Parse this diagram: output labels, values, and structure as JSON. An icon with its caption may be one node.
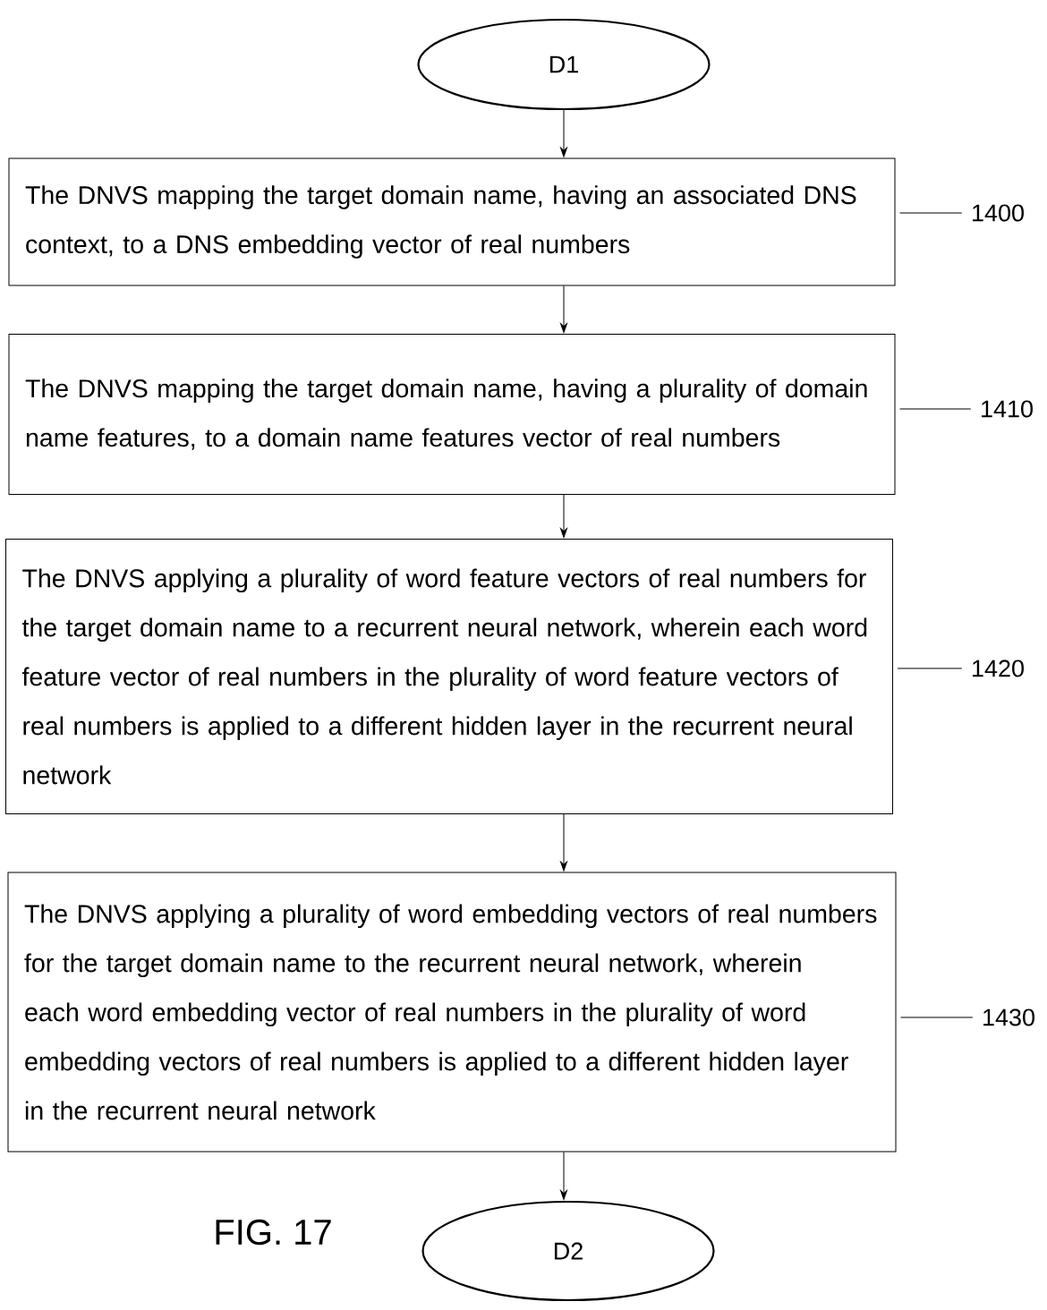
{
  "diagram": {
    "caption": "FIG. 17",
    "nodes": [
      {
        "text": [
          "D1"
        ]
      },
      {
        "text": [
          "The DNVS mapping the target domain name, having an associated DNS context, to a DNS embedding vector of real numbers"
        ]
      },
      {
        "text": [
          "The DNVS mapping the target domain name, having a plurality of domain name features, to a domain name features vector of real numbers"
        ]
      },
      {
        "text": [
          "The DNVS applying a plurality of word feature vectors of real numbers for the target domain name to a recurrent neural network, wherein each word feature vector of real numbers in the plurality of word feature vectors of real numbers is applied to a different hidden layer in the recurrent neural network"
        ]
      },
      {
        "text": [
          "The DNVS applying a plurality of word embedding vectors of real numbers for the target domain name to the recurrent neural network, wherein each word embedding vector of real numbers in the plurality of word embedding vectors of real numbers is applied to a different hidden layer in the recurrent neural network"
        ]
      },
      {
        "text": [
          "D2"
        ]
      },
      {
        "text": [
          "1400"
        ]
      },
      {
        "text": [
          "1410"
        ]
      },
      {
        "text": [
          "1420"
        ]
      },
      {
        "text": [
          "1430"
        ]
      }
    ],
    "edges": [
      {
        "from": 0,
        "to": 1,
        "arrow": "to"
      },
      {
        "from": 1,
        "to": 2,
        "arrow": "to"
      },
      {
        "from": 2,
        "to": 3,
        "arrow": "to"
      },
      {
        "from": 3,
        "to": 4,
        "arrow": "to"
      },
      {
        "from": 4,
        "to": 5,
        "arrow": "to"
      },
      {
        "from": 6,
        "to": 1,
        "arrow": "none"
      },
      {
        "from": 7,
        "to": 2,
        "arrow": "none"
      },
      {
        "from": 8,
        "to": 3,
        "arrow": "none"
      },
      {
        "from": 9,
        "to": 4,
        "arrow": "none"
      }
    ]
  }
}
